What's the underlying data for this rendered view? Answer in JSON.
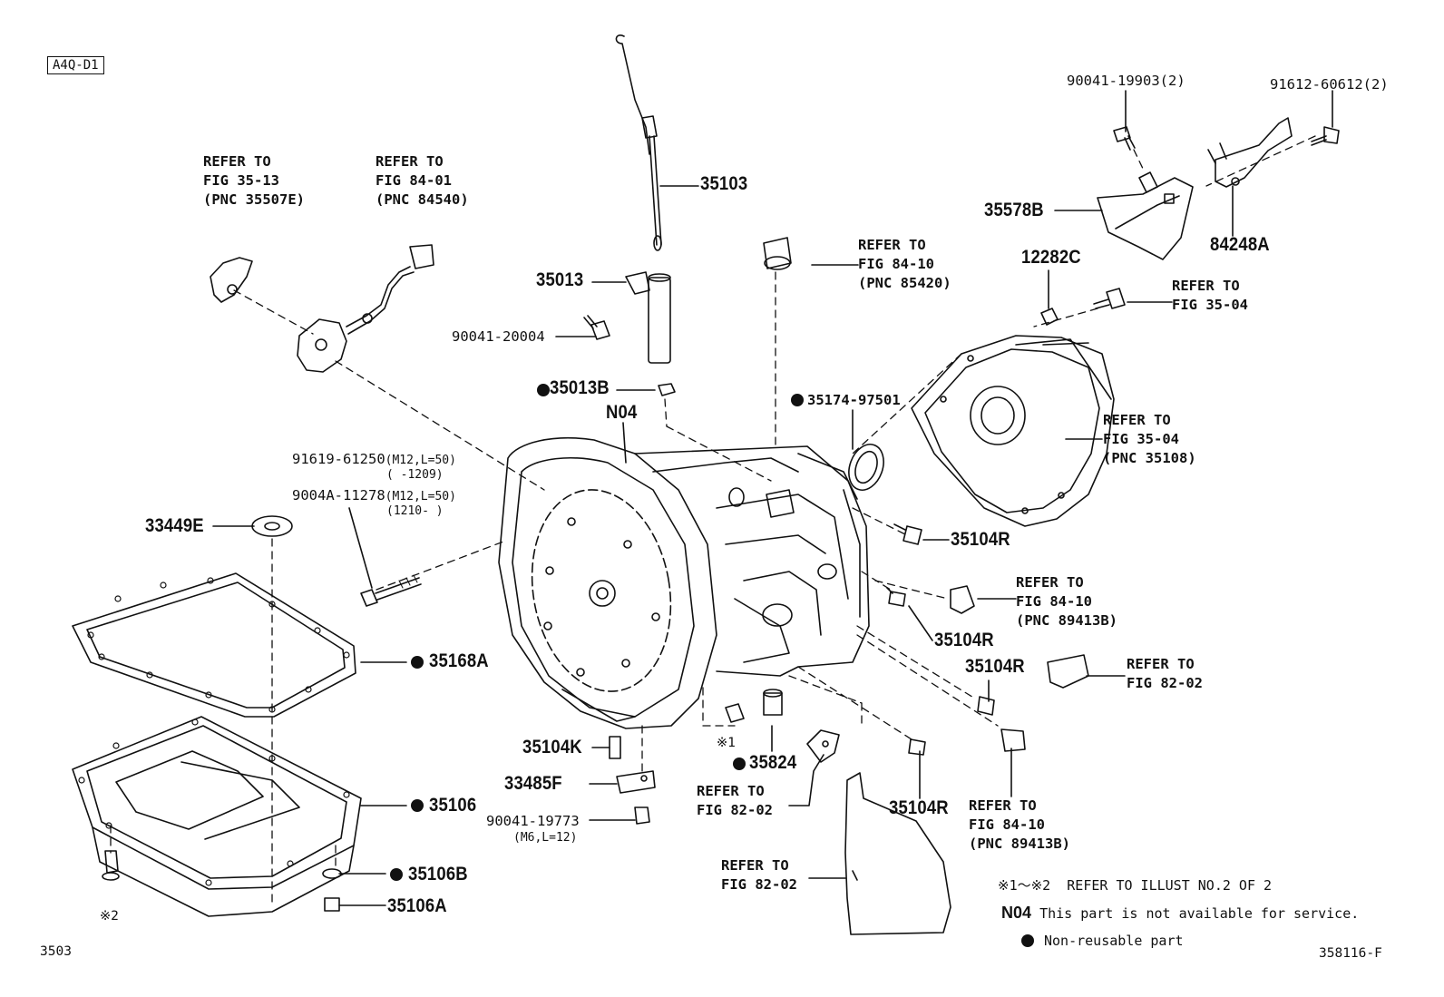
{
  "diagram_code": "A4Q-D1",
  "page_ref": "3503",
  "illustration_id": "358116-F",
  "refs": {
    "r1": [
      "REFER TO",
      "FIG 35-13",
      "(PNC 35507E)"
    ],
    "r2": [
      "REFER TO",
      "FIG 84-01",
      "(PNC 84540)"
    ],
    "r3": [
      "REFER TO",
      "FIG 84-10",
      "(PNC 85420)"
    ],
    "r4": [
      "REFER TO",
      "FIG 35-04"
    ],
    "r5": [
      "REFER TO",
      "FIG 35-04",
      "(PNC 35108)"
    ],
    "r6": [
      "REFER TO",
      "FIG 84-10",
      "(PNC 89413B)"
    ],
    "r7": [
      "REFER TO",
      "FIG 82-02"
    ],
    "r8": [
      "REFER TO",
      "FIG 82-02"
    ],
    "r9": [
      "REFER TO",
      "FIG 84-10",
      "(PNC 89413B)"
    ],
    "r10": [
      "REFER TO",
      "FIG 82-02"
    ]
  },
  "parts": {
    "p35103": "35103",
    "p35013": "35013",
    "p90041_20004": "90041-20004",
    "p35013B": "35013B",
    "pN04": "N04",
    "p35174": "35174-97501",
    "p12282C": "12282C",
    "p90041_19903": "90041-19903(2)",
    "p91612": "91612-60612(2)",
    "p35578B": "35578B",
    "p84248A": "84248A",
    "p91619": "91619-61250",
    "p91619_spec": "(M12,L=50)",
    "p91619_range": "(     -1209)",
    "p9004A": "9004A-11278",
    "p9004A_spec": "(M12,L=50)",
    "p9004A_range": "(1210-     )",
    "p33449E": "33449E",
    "p35168A": "35168A",
    "p35104R_1": "35104R",
    "p35104R_2": "35104R",
    "p35104R_3": "35104R",
    "p35104R_4": "35104R",
    "p35104K": "35104K",
    "p33485F": "33485F",
    "p90041_19773": "90041-19773",
    "p90041_19773_spec": "(M6,L=12)",
    "p35824": "35824",
    "p35106": "35106",
    "p35106B": "35106B",
    "p35106A": "35106A",
    "mark1": "※1",
    "mark2": "※2"
  },
  "legend": {
    "note1_mark": "※1～※2",
    "note1_text": "REFER TO ILLUST NO.2 OF 2",
    "note2_mark": "N04",
    "note2_text": "This part is not available for service.",
    "note3_text": "Non-reusable part"
  },
  "non_reusable_marker": "filled-circle-icon"
}
